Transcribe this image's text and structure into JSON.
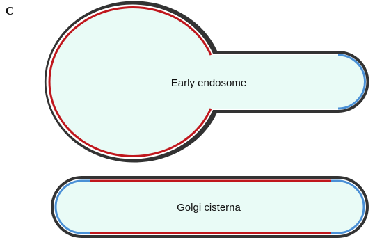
{
  "panel_label": "C",
  "compartments": {
    "endosome": {
      "label": "Early endosome"
    },
    "golgi": {
      "label": "Golgi cisterna"
    }
  },
  "colors": {
    "outer_membrane": "#333333",
    "lumen": "#e9fbf6",
    "vesicle_domain": "#c0171d",
    "tubule_domain": "#4a90d6",
    "text": "#111111",
    "background": "#ffffff"
  }
}
